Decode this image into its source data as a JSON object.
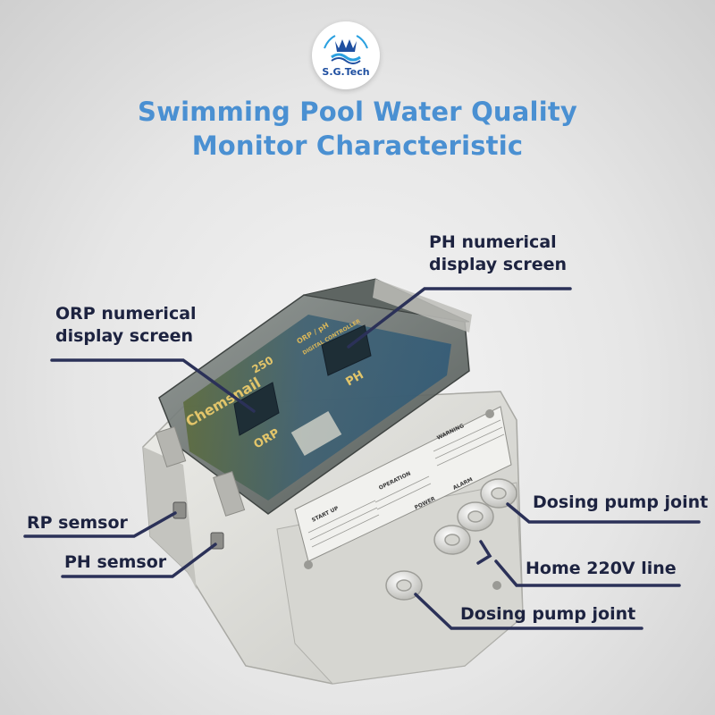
{
  "logo": {
    "text": "S.G.Tech",
    "icon": "crown-wave-logo"
  },
  "title": {
    "line1": "Swimming Pool Water Quality",
    "line2": "Monitor Characteristic"
  },
  "callouts": {
    "ph_display": {
      "line1": "PH numerical",
      "line2": "display screen"
    },
    "orp_display": {
      "line1": "ORP numerical",
      "line2": "display screen"
    },
    "rp_sensor": "RP semsor",
    "ph_sensor": "PH semsor",
    "dosing_pump_top": "Dosing pump joint",
    "home_line": "Home 220V line",
    "dosing_pump_bottom": "Dosing pump joint"
  },
  "device": {
    "brand": "Chemsnail",
    "model": "250",
    "subtitle": "ORP / pH",
    "subtitle2": "DIGITAL CONTROLLER",
    "orp_label": "ORP",
    "ph_label": "PH",
    "startup_label": "START UP",
    "warning_label": "WARNING",
    "operation_label": "OPERATION",
    "power_label": "POWER",
    "alarm_label": "ALARM"
  },
  "colors": {
    "title": "#4a90d2",
    "label": "#1d2340",
    "line": "#2b3158",
    "housing": "#dcdcd8",
    "cover": "#6e7572",
    "panel": "#3a5a6e"
  }
}
